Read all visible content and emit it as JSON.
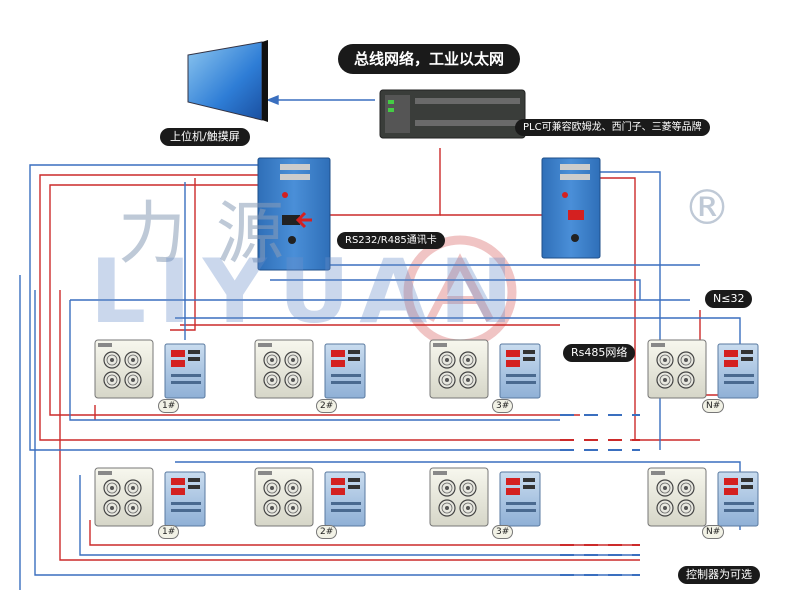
{
  "labels": {
    "bus": "总线网络，工业以太网",
    "monitor": "上位机/触摸屏",
    "plc": "PLC可兼容欧姆龙、西门子、三菱等品牌",
    "card": "RS232/R485通讯卡",
    "n32": "N≤32",
    "rs485": "Rs485网络",
    "optional": "控制器为可选"
  },
  "watermark": {
    "chinese": "力源",
    "latin": "LIYUAN",
    "registered": "®"
  },
  "units_row1": [
    "1#",
    "2#",
    "3#",
    "N#"
  ],
  "units_row2": [
    "1#",
    "2#",
    "3#",
    "N#"
  ],
  "colors": {
    "red_wire": "#cc2a2a",
    "blue_wire": "#3a6fbf",
    "cabinet_blue": "#3f7fc8",
    "pill_bg": "#1a1a1a"
  }
}
